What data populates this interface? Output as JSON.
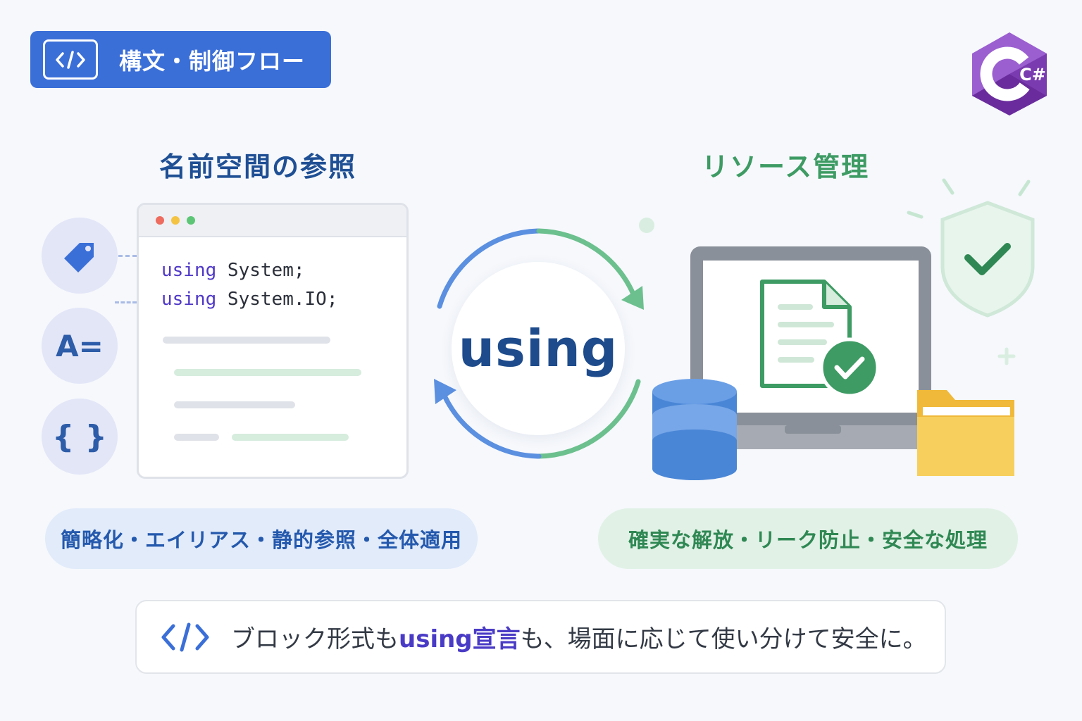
{
  "header": {
    "badge_label": "構文・制御フロー",
    "badge_icon": "code-icon",
    "logo_text": "C#"
  },
  "namespace_section": {
    "title": "名前空間の参照",
    "icons": [
      "tag-icon",
      "alias-icon",
      "braces-icon"
    ],
    "alias_icon_text": "A=",
    "braces_icon_text": "{ }",
    "code_lines": [
      {
        "keyword": "using",
        "rest": " System;"
      },
      {
        "keyword": "using",
        "rest": " System.IO;"
      }
    ],
    "features": "簡略化・エイリアス・静的参照・全体適用"
  },
  "center": {
    "keyword": "using"
  },
  "resource_section": {
    "title": "リソース管理",
    "icons": [
      "shield-check-icon",
      "laptop-icon",
      "document-check-icon",
      "database-icon",
      "folder-icon"
    ],
    "features": "確実な解放・リーク防止・安全な処理"
  },
  "footer_note": {
    "icon": "code-icon",
    "text_before": "ブロック形式も",
    "highlight": "using宣言",
    "text_after": "も、場面に応じて使い分けて安全に。"
  },
  "colors": {
    "primary_blue": "#3b6fd8",
    "dark_blue": "#1f4f94",
    "green": "#3d9b63",
    "keyword_purple": "#5038c8",
    "csharp_purple": "#8e4fc0"
  }
}
